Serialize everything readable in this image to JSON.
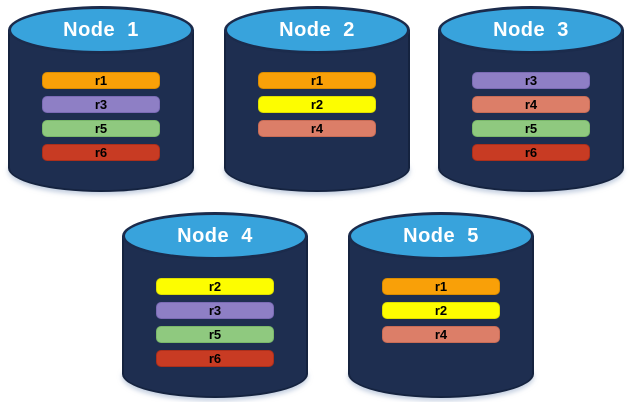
{
  "diagram": {
    "background_color": "#FFFFFF",
    "node_body_color": "#1E2E50",
    "node_top_color": "#38A3DC",
    "node_border_color": "#1B2B4C",
    "node_title_color": "#FFFFFF",
    "replica_label_color": "#000000",
    "nodes": [
      {
        "title": "Node  1",
        "replicas": [
          "r1",
          "r3",
          "r5",
          "r6"
        ]
      },
      {
        "title": "Node  2",
        "replicas": [
          "r1",
          "r2",
          "r4"
        ]
      },
      {
        "title": "Node  3",
        "replicas": [
          "r3",
          "r4",
          "r5",
          "r6"
        ]
      },
      {
        "title": "Node  4",
        "replicas": [
          "r2",
          "r3",
          "r5",
          "r6"
        ]
      },
      {
        "title": "Node  5",
        "replicas": [
          "r1",
          "r2",
          "r4"
        ]
      }
    ],
    "replica_colors": {
      "r1": {
        "fill": "#F9A008",
        "border": "#DB8C00"
      },
      "r2": {
        "fill": "#FDFD00",
        "border": "#DEDE00"
      },
      "r3": {
        "fill": "#8E7FC5",
        "border": "#7B6BB5"
      },
      "r4": {
        "fill": "#DC7E68",
        "border": "#C96C56"
      },
      "r5": {
        "fill": "#8FC97F",
        "border": "#7AB86A"
      },
      "r6": {
        "fill": "#C83B23",
        "border": "#AC2F1B"
      }
    }
  }
}
